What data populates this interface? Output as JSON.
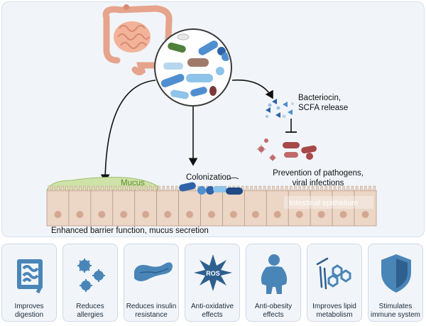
{
  "diagram": {
    "mucus_label": "Mucus",
    "colonization_label": "Colonization",
    "epithelium_label": "Intestinal epithelium",
    "barrier_label": "Enhanced barrier function, mucus secretion",
    "bacteriocin_line1": "Bacteriocin,",
    "bacteriocin_line2": "SCFA release",
    "prevention_line1": "Prevention of pathogens,",
    "prevention_line2": "viral infections"
  },
  "benefits": [
    {
      "icon": "intestine-icon",
      "line1": "Improves",
      "line2": "digestion"
    },
    {
      "icon": "allergen-icon",
      "line1": "Reduces",
      "line2": "allergies"
    },
    {
      "icon": "pancreas-icon",
      "line1": "Reduces insulin",
      "line2": "resistance"
    },
    {
      "icon": "ros-icon",
      "line1": "Anti-oxidative",
      "line2": "effects",
      "badge": "ROS"
    },
    {
      "icon": "body-icon",
      "line1": "Anti-obesity",
      "line2": "effects"
    },
    {
      "icon": "lipid-icon",
      "line1": "Improves lipid",
      "line2": "metabolism"
    },
    {
      "icon": "shield-icon",
      "line1": "Stimulates",
      "line2": "immune system"
    }
  ],
  "colors": {
    "panel": "#f1f5f9",
    "icon_blue": "#4a85b8",
    "mucus": "#cfe3a8",
    "epithelium": "#ecd6c6",
    "bacteria_blue": "#2e63a8"
  }
}
